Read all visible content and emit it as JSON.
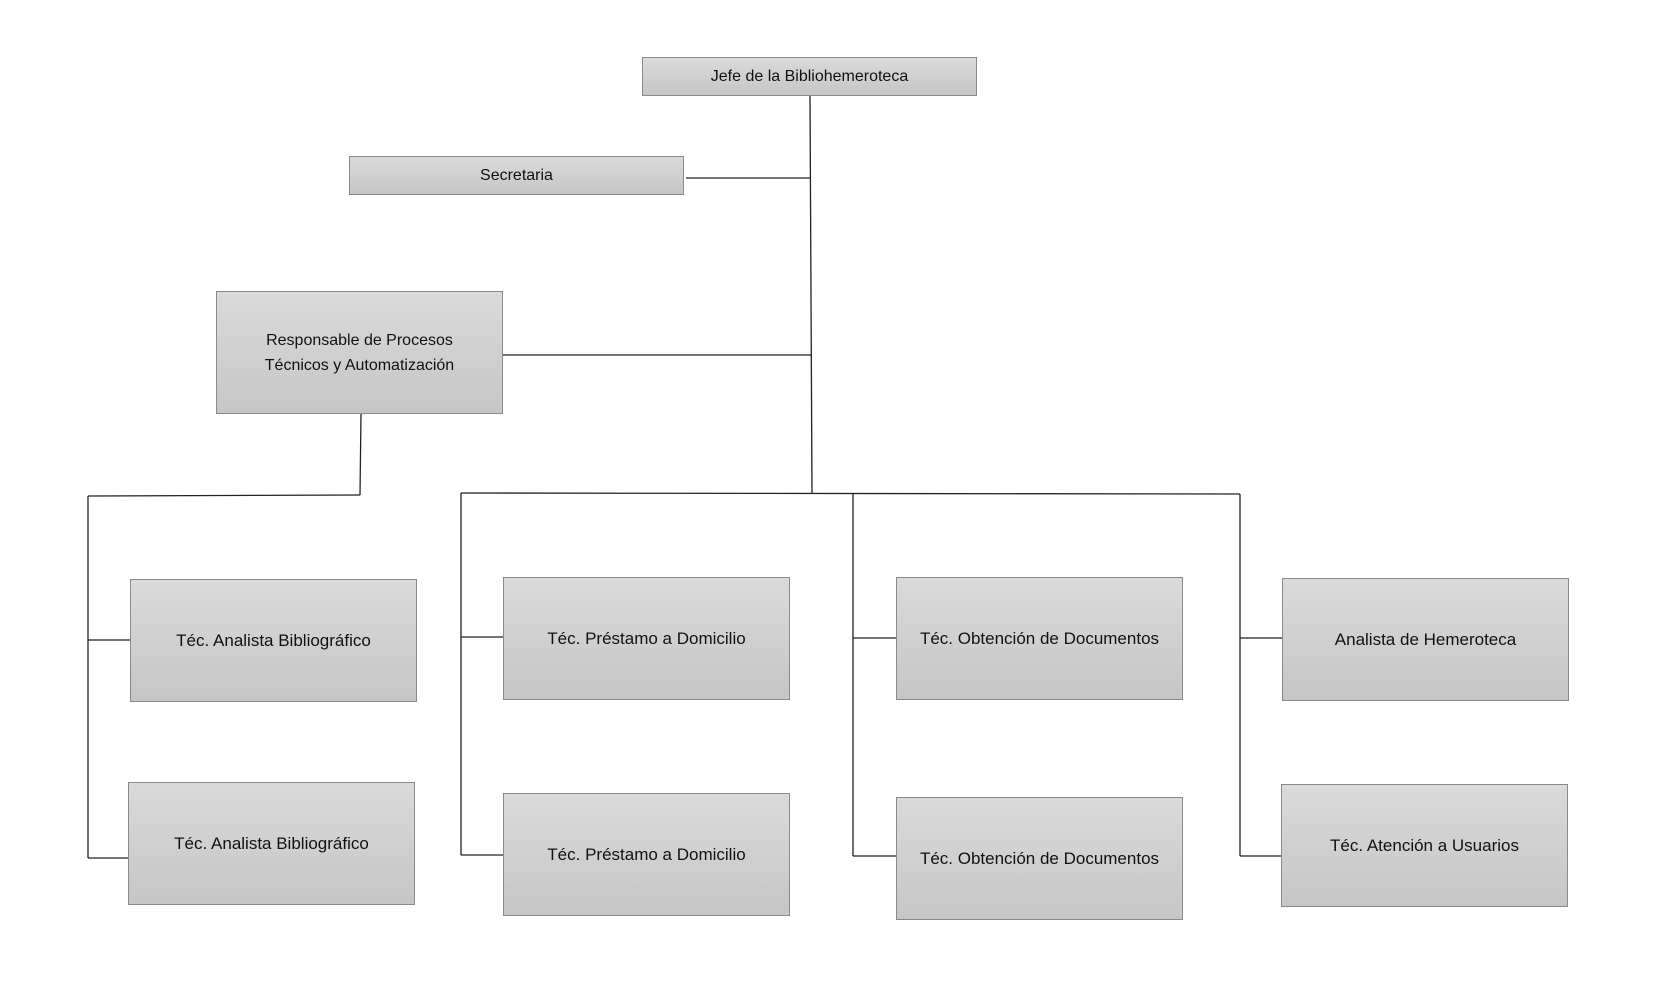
{
  "org_chart": {
    "head": {
      "label": "Jefe de la Bibliohemeroteca"
    },
    "secretary": {
      "label": "Secretaria"
    },
    "processes": {
      "label": "Responsable de Procesos\nTécnicos y Automatización"
    },
    "analyst_1": {
      "label": "Téc. Analista Bibliográfico"
    },
    "analyst_2": {
      "label": "Téc. Analista Bibliográfico"
    },
    "loan_1": {
      "label": "Téc. Préstamo a Domicilio"
    },
    "loan_2": {
      "label": "Téc. Préstamo a Domicilio"
    },
    "docs_1": {
      "label": "Téc. Obtención de Documentos"
    },
    "docs_2": {
      "label": "Téc. Obtención de Documentos"
    },
    "hemeroteca": {
      "label": "Analista de Hemeroteca"
    },
    "users": {
      "label": "Téc. Atención a Usuarios"
    }
  }
}
